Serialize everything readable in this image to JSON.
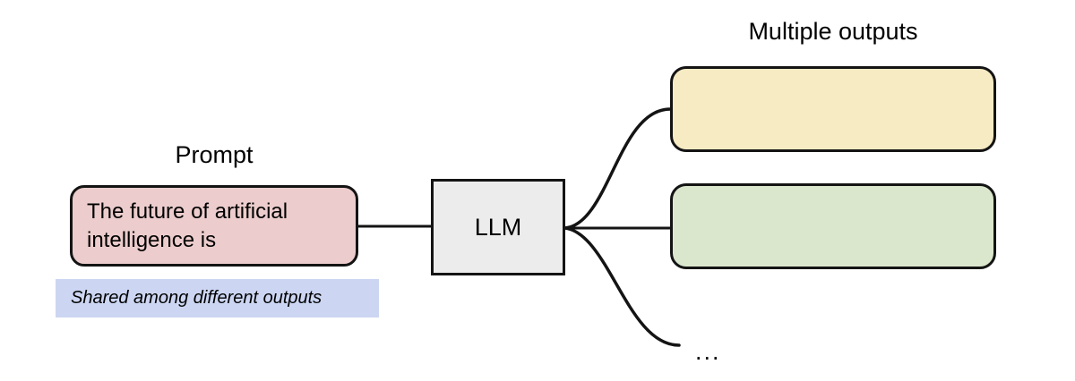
{
  "diagram": {
    "title_left": "Prompt",
    "title_right": "Multiple outputs",
    "prompt": {
      "text": "The future of artificial intelligence is",
      "fill": "#eccccc"
    },
    "shared_note": {
      "text": "Shared among different outputs",
      "fill": "#ccd6f2"
    },
    "model": {
      "label": "LLM",
      "fill": "#ececec"
    },
    "outputs": [
      {
        "label": "",
        "fill": "#f7ebc4"
      },
      {
        "label": "",
        "fill": "#dbe7cd"
      }
    ],
    "ellipsis": "...",
    "edge_color": "#141414"
  }
}
